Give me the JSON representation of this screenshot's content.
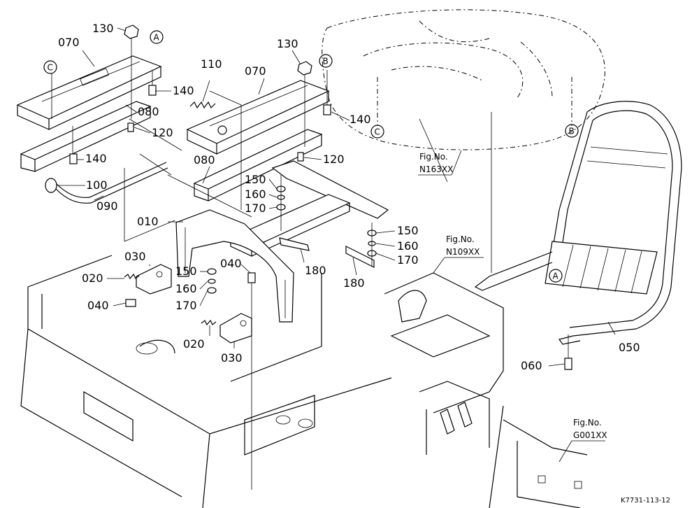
{
  "parts": {
    "p010": "010",
    "p020a": "020",
    "p020b": "020",
    "p030a": "030",
    "p030b": "030",
    "p040a": "040",
    "p040b": "040",
    "p050": "050",
    "p060": "060",
    "p070a": "070",
    "p070b": "070",
    "p080a": "080",
    "p080b": "080",
    "p090": "090",
    "p100": "100",
    "p110": "110",
    "p120a": "120",
    "p120b": "120",
    "p130a": "130",
    "p130b": "130",
    "p140a": "140",
    "p140b": "140",
    "p140c": "140",
    "p150a": "150",
    "p150b": "150",
    "p150c": "150",
    "p160a": "160",
    "p160b": "160",
    "p160c": "160",
    "p170a": "170",
    "p170b": "170",
    "p170c": "170",
    "p180a": "180",
    "p180b": "180"
  },
  "refs": {
    "A": "A",
    "B": "B",
    "C": "C"
  },
  "fig_refs": {
    "n163_title": "Fig.No.",
    "n163_code": "N163XX",
    "n109_title": "Fig.No.",
    "n109_code": "N109XX",
    "g001_title": "Fig.No.",
    "g001_code": "G001XX"
  },
  "image_code": "K7731-113-12"
}
